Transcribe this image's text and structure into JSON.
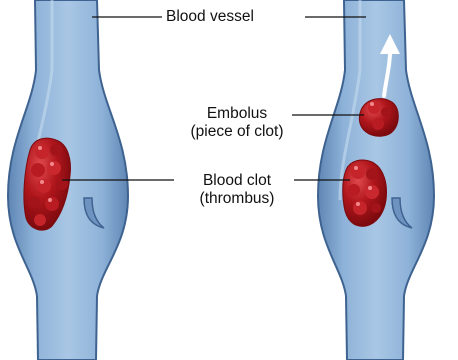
{
  "labels": {
    "blood_vessel": "Blood vessel",
    "embolus": "Embolus",
    "embolus_note": "(piece of clot)",
    "blood_clot": "Blood clot",
    "blood_clot_note": "(thrombus)"
  },
  "colors": {
    "vessel_fill": "#8aaed4",
    "vessel_edge": "#3f6390",
    "vessel_core": "#a6c4e2",
    "clot_fill": "#b0161c",
    "clot_dark": "#7c0a0e",
    "clot_highlight": "#e04a4e",
    "leader_line": "#111111",
    "arrow": "#ffffff"
  }
}
